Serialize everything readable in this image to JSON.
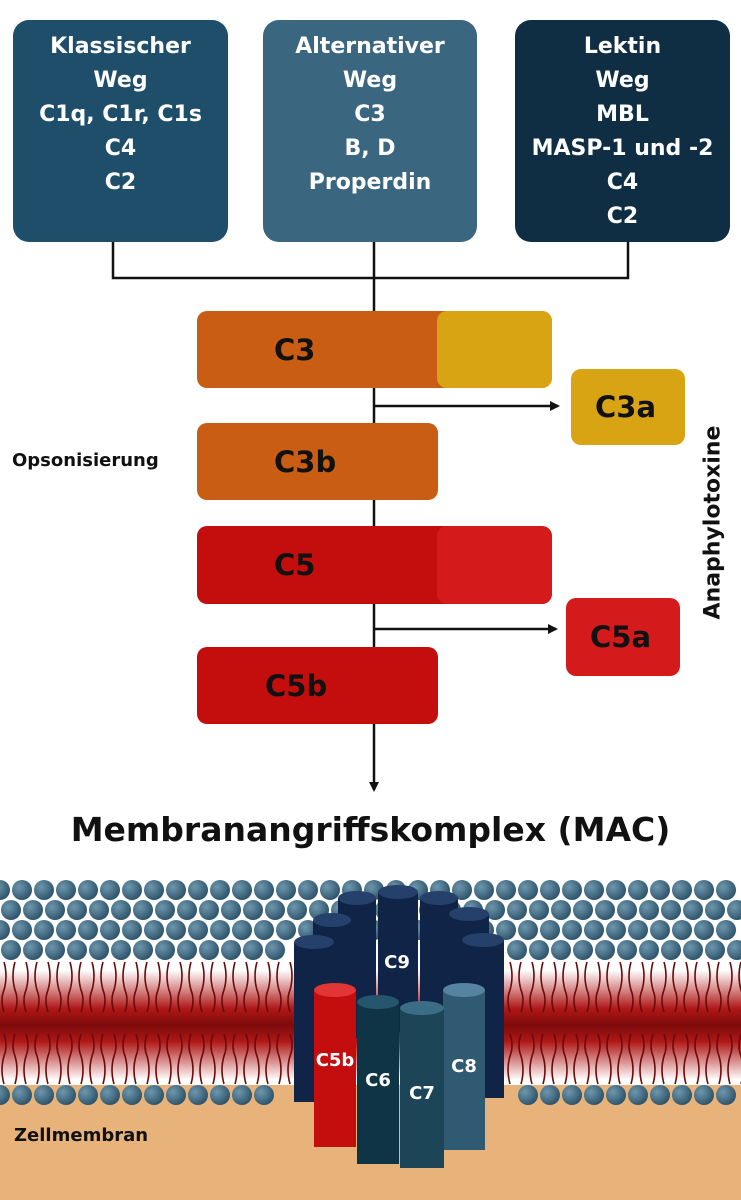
{
  "pathways": [
    {
      "lines": [
        "Klassischer",
        "Weg",
        "C1q, C1r, C1s",
        "C4",
        "C2"
      ],
      "color": "#1f4e6b"
    },
    {
      "lines": [
        "Alternativer",
        "Weg",
        "C3",
        "B, D",
        "Properdin"
      ],
      "color": "#3a6680"
    },
    {
      "lines": [
        "Lektin",
        "Weg",
        "MBL",
        "MASP-1 und -2",
        "C4",
        "C2"
      ],
      "color": "#0f2e44"
    }
  ],
  "cascade": {
    "c3": "C3",
    "c3a": "C3a",
    "c3b": "C3b",
    "c5": "C5",
    "c5a": "C5a",
    "c5b": "C5b",
    "opsonisierung": "Opsonisierung",
    "anaphylotoxine": "Anaphylotoxine"
  },
  "mac_title": "Membranangriffskomplex (MAC)",
  "membrane": {
    "c9": "C9",
    "c5b": "C5b",
    "c6": "C6",
    "c7": "C7",
    "c8": "C8",
    "zellmembran": "Zellmembran"
  },
  "colors": {
    "orange": "#c85d13",
    "gold": "#d9a414",
    "red": "#c40e0e",
    "red_light": "#d41a1a",
    "navy": "#0f2447",
    "teal_dark": "#0f3446",
    "teal": "#2f5a72",
    "membrane_bg": "#e8b37b",
    "bead": "#3f6a83",
    "lipid_core": "#8a0c0c"
  }
}
